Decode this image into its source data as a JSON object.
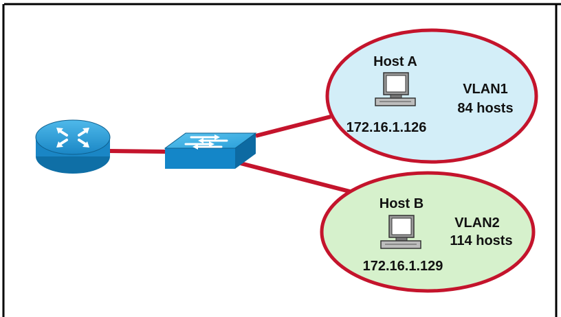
{
  "diagram": {
    "colors": {
      "frame": "#000000",
      "link": "#c4142c",
      "vlan1_fill": "#d3eef8",
      "vlan2_fill": "#d6f1cc",
      "ellipse_stroke": "#c4142c",
      "device_blue": "#1e9ad8"
    },
    "nodes": {
      "router": {
        "icon": "router-icon"
      },
      "switch": {
        "icon": "switch-icon"
      }
    },
    "vlan1": {
      "name": "VLAN1",
      "hosts": "84 hosts",
      "host": {
        "name": "Host A",
        "ip": "172.16.1.126",
        "icon": "pc-icon"
      }
    },
    "vlan2": {
      "name": "VLAN2",
      "hosts": "114 hosts",
      "host": {
        "name": "Host B",
        "ip": "172.16.1.129",
        "icon": "pc-icon"
      }
    }
  }
}
